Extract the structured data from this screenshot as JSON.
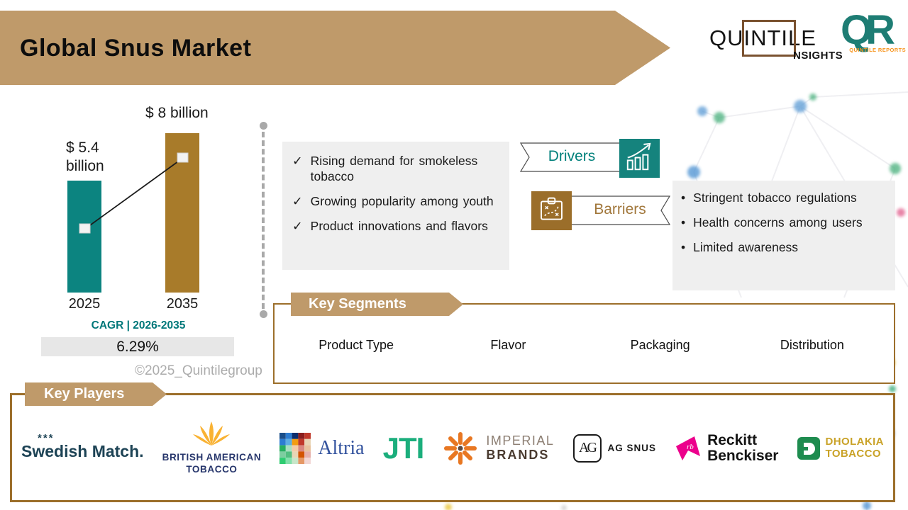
{
  "header": {
    "title": "Global Snus Market"
  },
  "brand": {
    "wordmark": "QUINTILE",
    "wordmark_sub": "NSIGHTS",
    "qr_monogram": "QR",
    "qr_caption": "QUINTILE REPORTS"
  },
  "chart_data": {
    "type": "bar",
    "categories": [
      "2025",
      "2035"
    ],
    "values": [
      5.4,
      8
    ],
    "unit": "USD billion",
    "value_labels": [
      "$ 5.4 billion",
      "$ 8 billion"
    ],
    "bar_colors": [
      "#0C8480",
      "#A87B2A"
    ],
    "trend_line": true,
    "cagr_label": "CAGR | 2026-2035",
    "cagr_value": "6.29%"
  },
  "watermark": "©2025_Quintilegroup",
  "drivers": {
    "label": "Drivers",
    "items": [
      "Rising demand for smokeless tobacco",
      "Growing popularity among youth",
      "Product innovations and flavors"
    ]
  },
  "barriers": {
    "label": "Barriers",
    "items": [
      "Stringent tobacco regulations",
      "Health concerns among users",
      "Limited awareness"
    ]
  },
  "key_segments": {
    "title": "Key Segments",
    "items": [
      "Product Type",
      "Flavor",
      "Packaging",
      "Distribution"
    ]
  },
  "key_players": {
    "title": "Key Players",
    "companies": [
      {
        "name": "Swedish Match",
        "text": "Swedish Match.",
        "stars": "***"
      },
      {
        "name": "British American Tobacco",
        "line1": "BRITISH AMERICAN",
        "line2": "TOBACCO"
      },
      {
        "name": "Altria",
        "text": "Altria"
      },
      {
        "name": "JTI",
        "text": "JTI"
      },
      {
        "name": "Imperial Brands",
        "line1": "IMPERIAL",
        "line2": "BRANDS"
      },
      {
        "name": "AG Snus",
        "monogram": "AG",
        "text": "AG SNUS"
      },
      {
        "name": "Reckitt Benckiser",
        "line1": "Reckitt",
        "line2": "Benckiser"
      },
      {
        "name": "Dholakia Tobacco",
        "line1": "DHOLAKIA",
        "line2": "TOBACCO"
      }
    ]
  },
  "icons": {
    "check": "✓",
    "bullet": "•"
  },
  "colors": {
    "banner_tan": "#BF9A6A",
    "teal": "#0C8480",
    "brown": "#A87B2A",
    "box_border": "#9C6F2B",
    "panel_gray": "#EFEFEF"
  }
}
